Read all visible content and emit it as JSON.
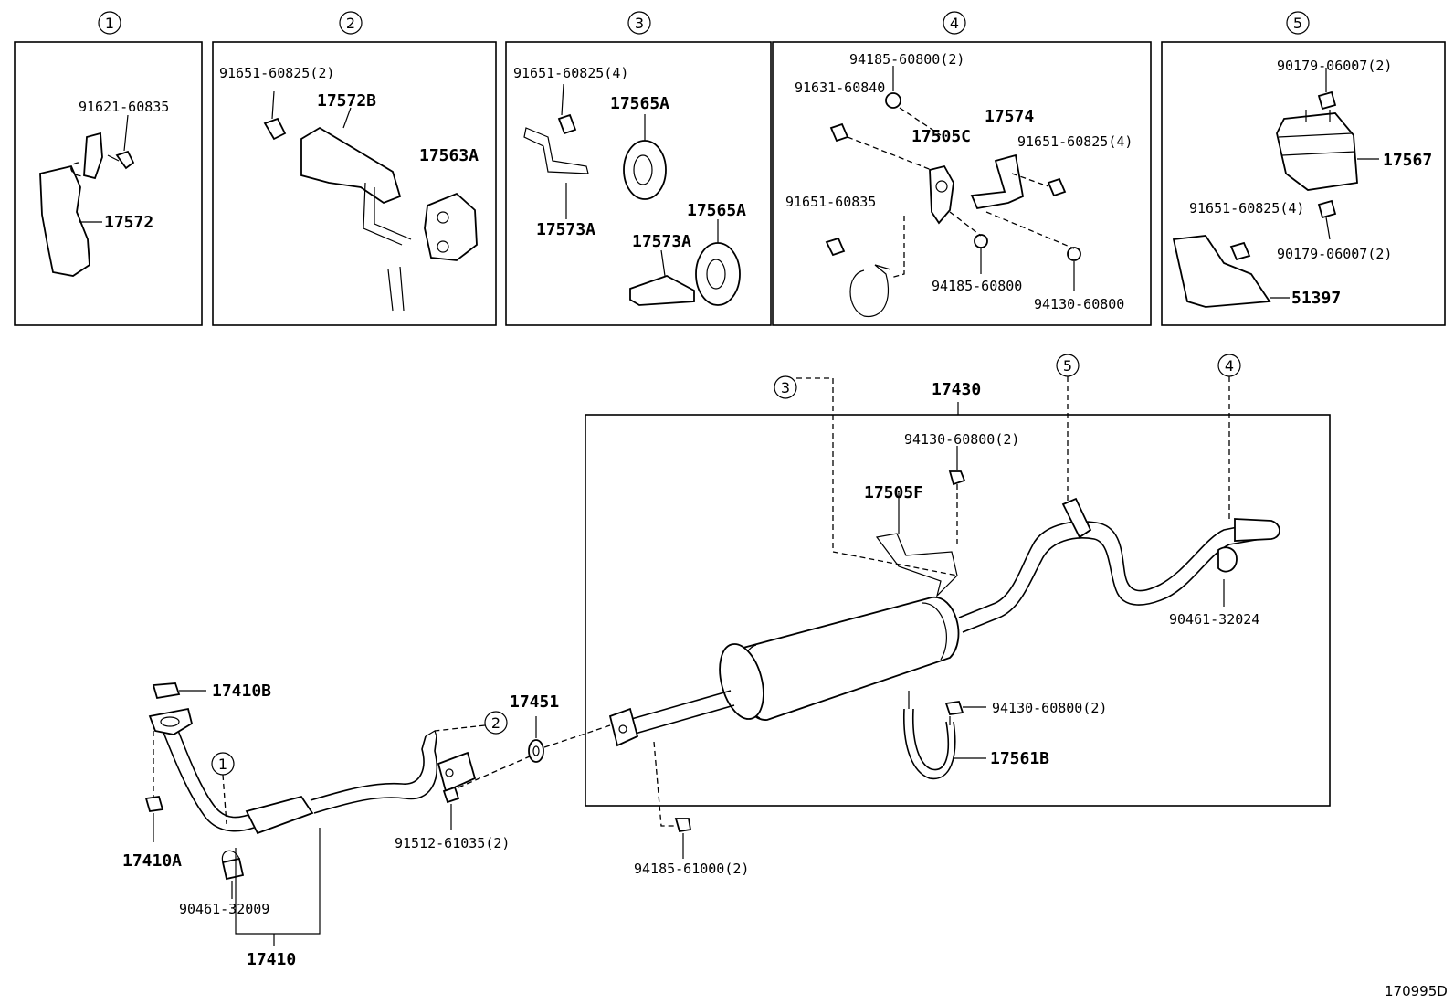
{
  "circles": [
    "1",
    "2",
    "3",
    "4",
    "5"
  ],
  "box1": {
    "p1": "91621-60835",
    "p2": "17572"
  },
  "box2": {
    "p1": "91651-60825(2)",
    "p2": "17572B",
    "p3": "17563A"
  },
  "box3": {
    "p1": "91651-60825(4)",
    "p2": "17565A",
    "p3": "17573A",
    "p4": "17573A",
    "p5": "17565A"
  },
  "box4": {
    "p1": "94185-60800(2)",
    "p2": "91631-60840",
    "p3": "17574",
    "p4": "17505C",
    "p5": "91651-60825(4)",
    "p6": "91651-60835",
    "p7": "94185-60800",
    "p8": "94130-60800"
  },
  "box5": {
    "p1": "90179-06007(2)",
    "p2": "17567",
    "p3": "91651-60825(4)",
    "p4": "90179-06007(2)",
    "p5": "51397"
  },
  "main": {
    "assy_muffler": "17430",
    "c3": "3",
    "c5": "5",
    "c4": "4",
    "c1": "1",
    "c2": "2",
    "nut_top": "94130-60800(2)",
    "hanger": "17505F",
    "clamp_tail": "90461-32024",
    "nut_clamp": "94130-60800(2)",
    "clamp": "17561B",
    "gasket": "17451",
    "nut_flange": "94185-61000(2)",
    "bolt_flange": "91512-61035(2)",
    "gasket_top": "17410B",
    "nut_manifold": "17410A",
    "clamp_front": "90461-32009",
    "front_pipe": "17410"
  },
  "figure_code": "170995D"
}
